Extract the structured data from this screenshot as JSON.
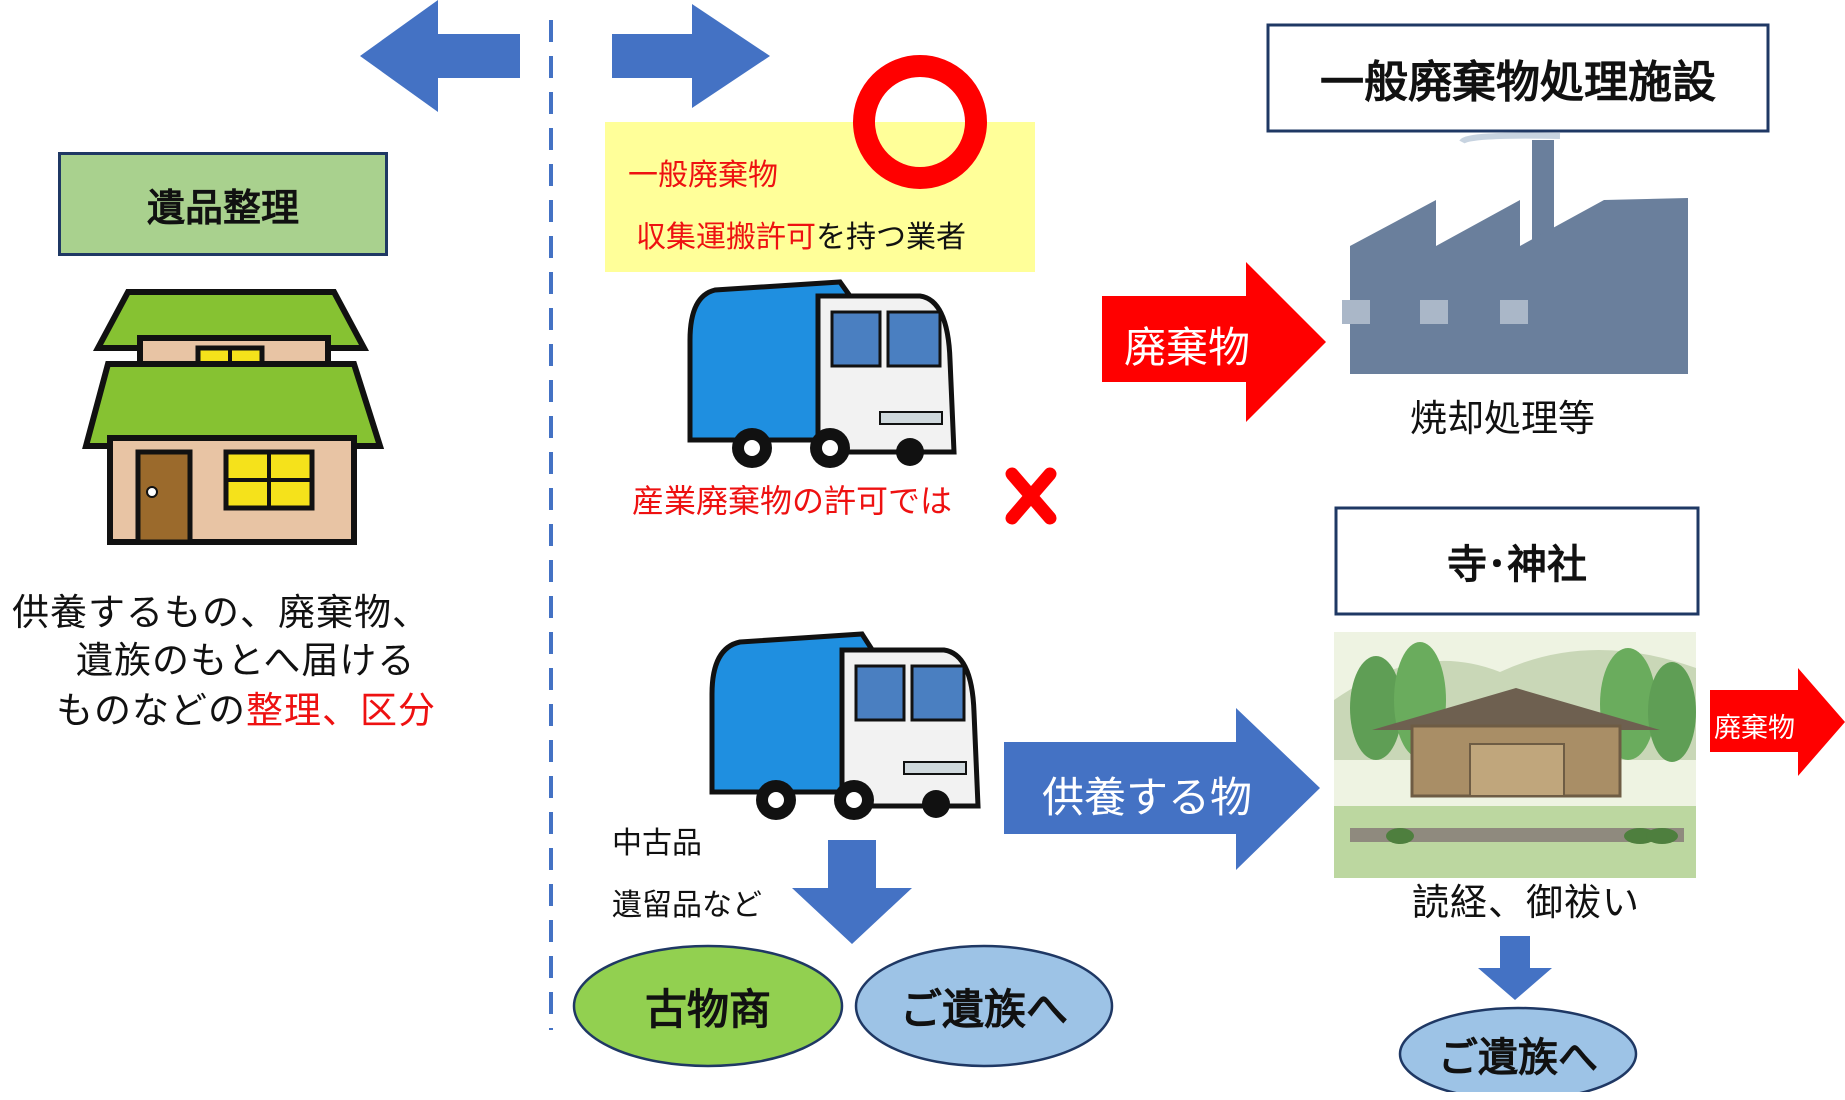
{
  "left": {
    "title": "遺品整理",
    "caption_lines": [
      {
        "text": "供養するもの、廃棄物、"
      },
      {
        "text": "遺族のもとへ届ける"
      },
      {
        "text": "ものなどの",
        "highlight": "整理、区分"
      }
    ]
  },
  "permit": {
    "line1": "一般廃棄物",
    "line2_red": "収集運搬許可",
    "line2_black": "を持つ業者",
    "ok_mark": "red-circle",
    "ng_text": "産業廃棄物の許可では",
    "ng_mark": "red-cross"
  },
  "flows": {
    "waste_arrow": "廃棄物",
    "offering_arrow": "供養する物",
    "temple_waste_arrow": "廃棄物"
  },
  "facility": {
    "title": "一般廃棄物処理施設",
    "caption": "焼却処理等"
  },
  "temple": {
    "title": "寺･神社",
    "caption": "読経、御祓い"
  },
  "secondhand": {
    "line1": "中古品",
    "line2": "遺留品など"
  },
  "destinations": {
    "antique": "古物商",
    "family_center": "ご遺族へ",
    "family_right": "ご遺族へ"
  },
  "colors": {
    "arrow_blue": "#4472c4",
    "arrow_red": "#ff0000",
    "title_green": "#a9d18e",
    "oval_green": "#92d050",
    "oval_blue": "#9dc3e6",
    "permit_yellow": "#ffff99",
    "factory": "#6a7f9c"
  }
}
